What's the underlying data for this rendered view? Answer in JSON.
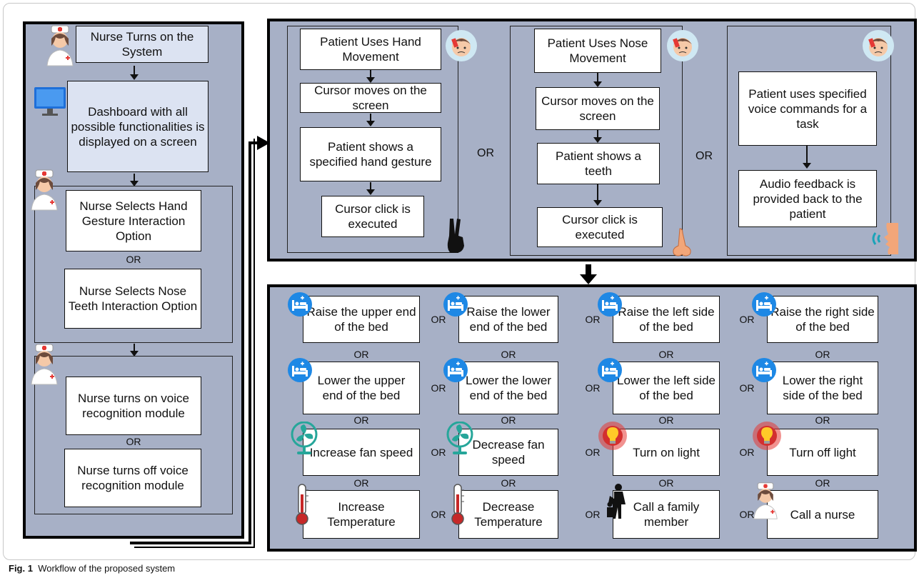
{
  "left_panel": {
    "step1": "Nurse Turns on the System",
    "step2": "Dashboard with all possible functionalities is displayed on a screen",
    "select_hand": "Nurse Selects Hand Gesture Interaction Option",
    "select_nose": "Nurse Selects Nose Teeth Interaction Option",
    "voice_on": "Nurse turns on voice recognition module",
    "voice_off": "Nurse turns off voice recognition module",
    "or": "OR"
  },
  "top_panel": {
    "hand": [
      "Patient Uses Hand Movement",
      "Cursor moves on the screen",
      "Patient shows a specified hand gesture",
      "Cursor click is executed"
    ],
    "nose": [
      "Patient Uses Nose Movement",
      "Cursor moves on the screen",
      "Patient shows a teeth",
      "Cursor click is executed"
    ],
    "voice": [
      "Patient uses specified voice commands for a task",
      "Audio feedback is provided back to the patient"
    ],
    "or": "OR"
  },
  "bottom_panel": {
    "tasks": [
      [
        "Raise the upper end of the bed",
        "Raise the lower end of the bed",
        "Raise the left side of the bed",
        "Raise the right side of the bed"
      ],
      [
        "Lower the upper end of the bed",
        "Lower  the lower end of the bed",
        "Lower the left side of the bed",
        "Lower the right side of the bed"
      ],
      [
        "Increase fan speed",
        "Decrease fan speed",
        "Turn on light",
        "Turn off light"
      ],
      [
        "Increase Temperature",
        "Decrease Temperature",
        "Call a family member",
        "Call a nurse"
      ]
    ],
    "or": "OR"
  },
  "caption": {
    "label": "Fig. 1",
    "text": "Workflow of the proposed system"
  },
  "icons": [
    "nurse-icon",
    "monitor-icon",
    "sick-patient-icon",
    "victory-hand-icon",
    "nose-icon",
    "speaking-face-icon",
    "bed-icon",
    "fan-icon",
    "light-bulb-icon",
    "thermometer-icon",
    "family-icon"
  ],
  "colors": {
    "panel": "#a7b0c6",
    "highlight_box": "#dce3f2",
    "bed_icon": "#1e88e5",
    "fan_icon": "#26a69a",
    "bulb_icon": "#e53935",
    "thermometer": "#c62828"
  }
}
